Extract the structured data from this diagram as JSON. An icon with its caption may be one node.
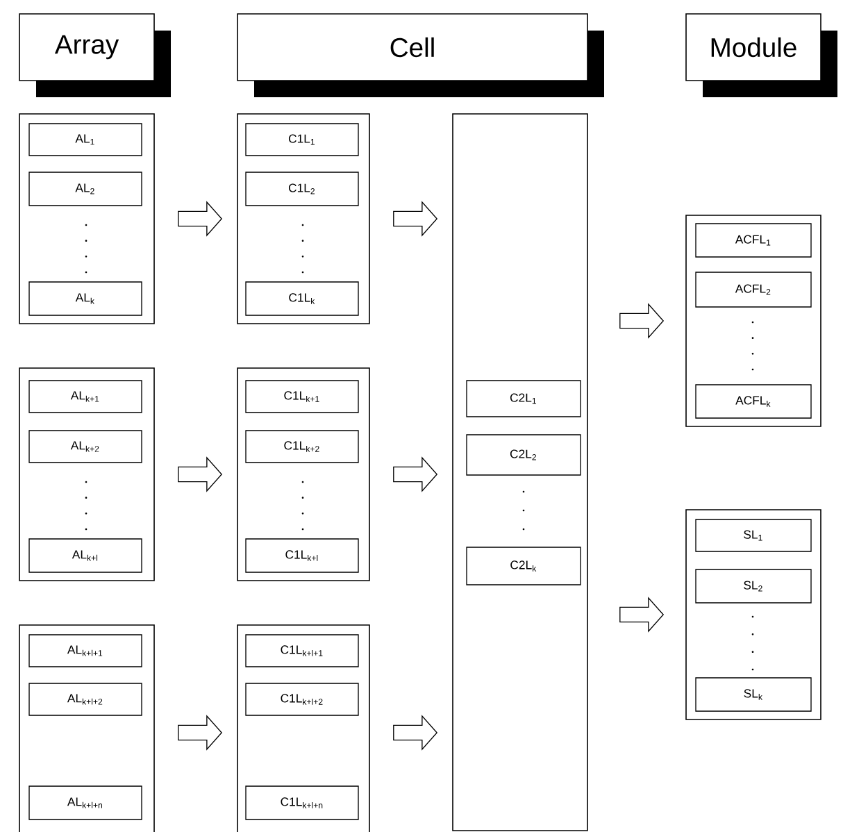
{
  "diagram": {
    "nodes": [
      {
        "text": [
          "Array"
        ]
      },
      {
        "text": [
          "Cell"
        ]
      },
      {
        "text": [
          "Module"
        ]
      },
      {
        "text": [],
        "shape": "box"
      },
      {
        "text": [
          "AL$_{1}$"
        ],
        "in": 3
      },
      {
        "text": [
          "AL$_{2}$"
        ],
        "in": 3
      },
      {
        "text": [
          "AL$_{k}$"
        ],
        "in": 3
      },
      {
        "text": [],
        "shape": "box"
      },
      {
        "text": [
          "C1L$_{1}$"
        ],
        "in": 7
      },
      {
        "text": [
          "C1L$_{2}$"
        ],
        "in": 7
      },
      {
        "text": [
          "C1L$_{k}$"
        ],
        "in": 7
      },
      {
        "text": [],
        "shape": "box"
      },
      {
        "text": [
          "C2L$_{1}$"
        ],
        "in": 11
      },
      {
        "text": [
          "C2L$_{2}$"
        ],
        "in": 11
      },
      {
        "text": [
          "C2L$_{k}$"
        ],
        "in": 11
      },
      {
        "text": [],
        "shape": "box"
      },
      {
        "text": [
          "ACFL$_{1}$"
        ],
        "in": 15
      },
      {
        "text": [
          "ACFL$_{2}$"
        ],
        "in": 15
      },
      {
        "text": [
          "ACFL$_{k}$"
        ],
        "in": 15
      },
      {
        "text": [],
        "shape": "box"
      },
      {
        "text": [
          "AL$_{k+1}$"
        ],
        "in": 19
      },
      {
        "text": [
          "AL$_{k+2}$"
        ],
        "in": 19
      },
      {
        "text": [
          "AL$_{k+l}$"
        ],
        "in": 19
      },
      {
        "text": [],
        "shape": "box"
      },
      {
        "text": [
          "C1L$_{k+1}$"
        ],
        "in": 23
      },
      {
        "text": [
          "C1L$_{k+2}$"
        ],
        "in": 23
      },
      {
        "text": [
          "C1L$_{k+l}$"
        ],
        "in": 23
      },
      {
        "text": [],
        "shape": "box"
      },
      {
        "text": [
          "AL$_{k+l+1}$"
        ],
        "in": 27
      },
      {
        "text": [
          "AL$_{k+l+2}$"
        ],
        "in": 27
      },
      {
        "text": [
          "AL$_{k+l+n}$"
        ],
        "in": 27
      },
      {
        "text": [],
        "shape": "box"
      },
      {
        "text": [
          "C1L$_{k+l+1}$"
        ],
        "in": 31
      },
      {
        "text": [
          "C1L$_{k+l+2}$"
        ],
        "in": 31
      },
      {
        "text": [
          "C1L$_{k+l+n}$"
        ],
        "in": 31
      },
      {
        "text": [],
        "shape": "box"
      },
      {
        "text": [
          "SL$_{1}$"
        ],
        "in": 35
      },
      {
        "text": [
          "SL$_{2}$"
        ],
        "in": 35
      },
      {
        "text": [
          "SL$_{k}$"
        ],
        "in": 35
      }
    ],
    "edges": [
      {
        "from": 3,
        "to": 7,
        "arrow": "to"
      },
      {
        "from": 7,
        "to": 11,
        "arrow": "to"
      },
      {
        "from": 19,
        "to": 23,
        "arrow": "to"
      },
      {
        "from": 23,
        "to": 11,
        "arrow": "to"
      },
      {
        "from": 27,
        "to": 31,
        "arrow": "to"
      },
      {
        "from": 31,
        "to": 11,
        "arrow": "to"
      },
      {
        "from": 11,
        "to": 15,
        "arrow": "to"
      },
      {
        "from": 11,
        "to": 35,
        "arrow": "to"
      }
    ]
  }
}
